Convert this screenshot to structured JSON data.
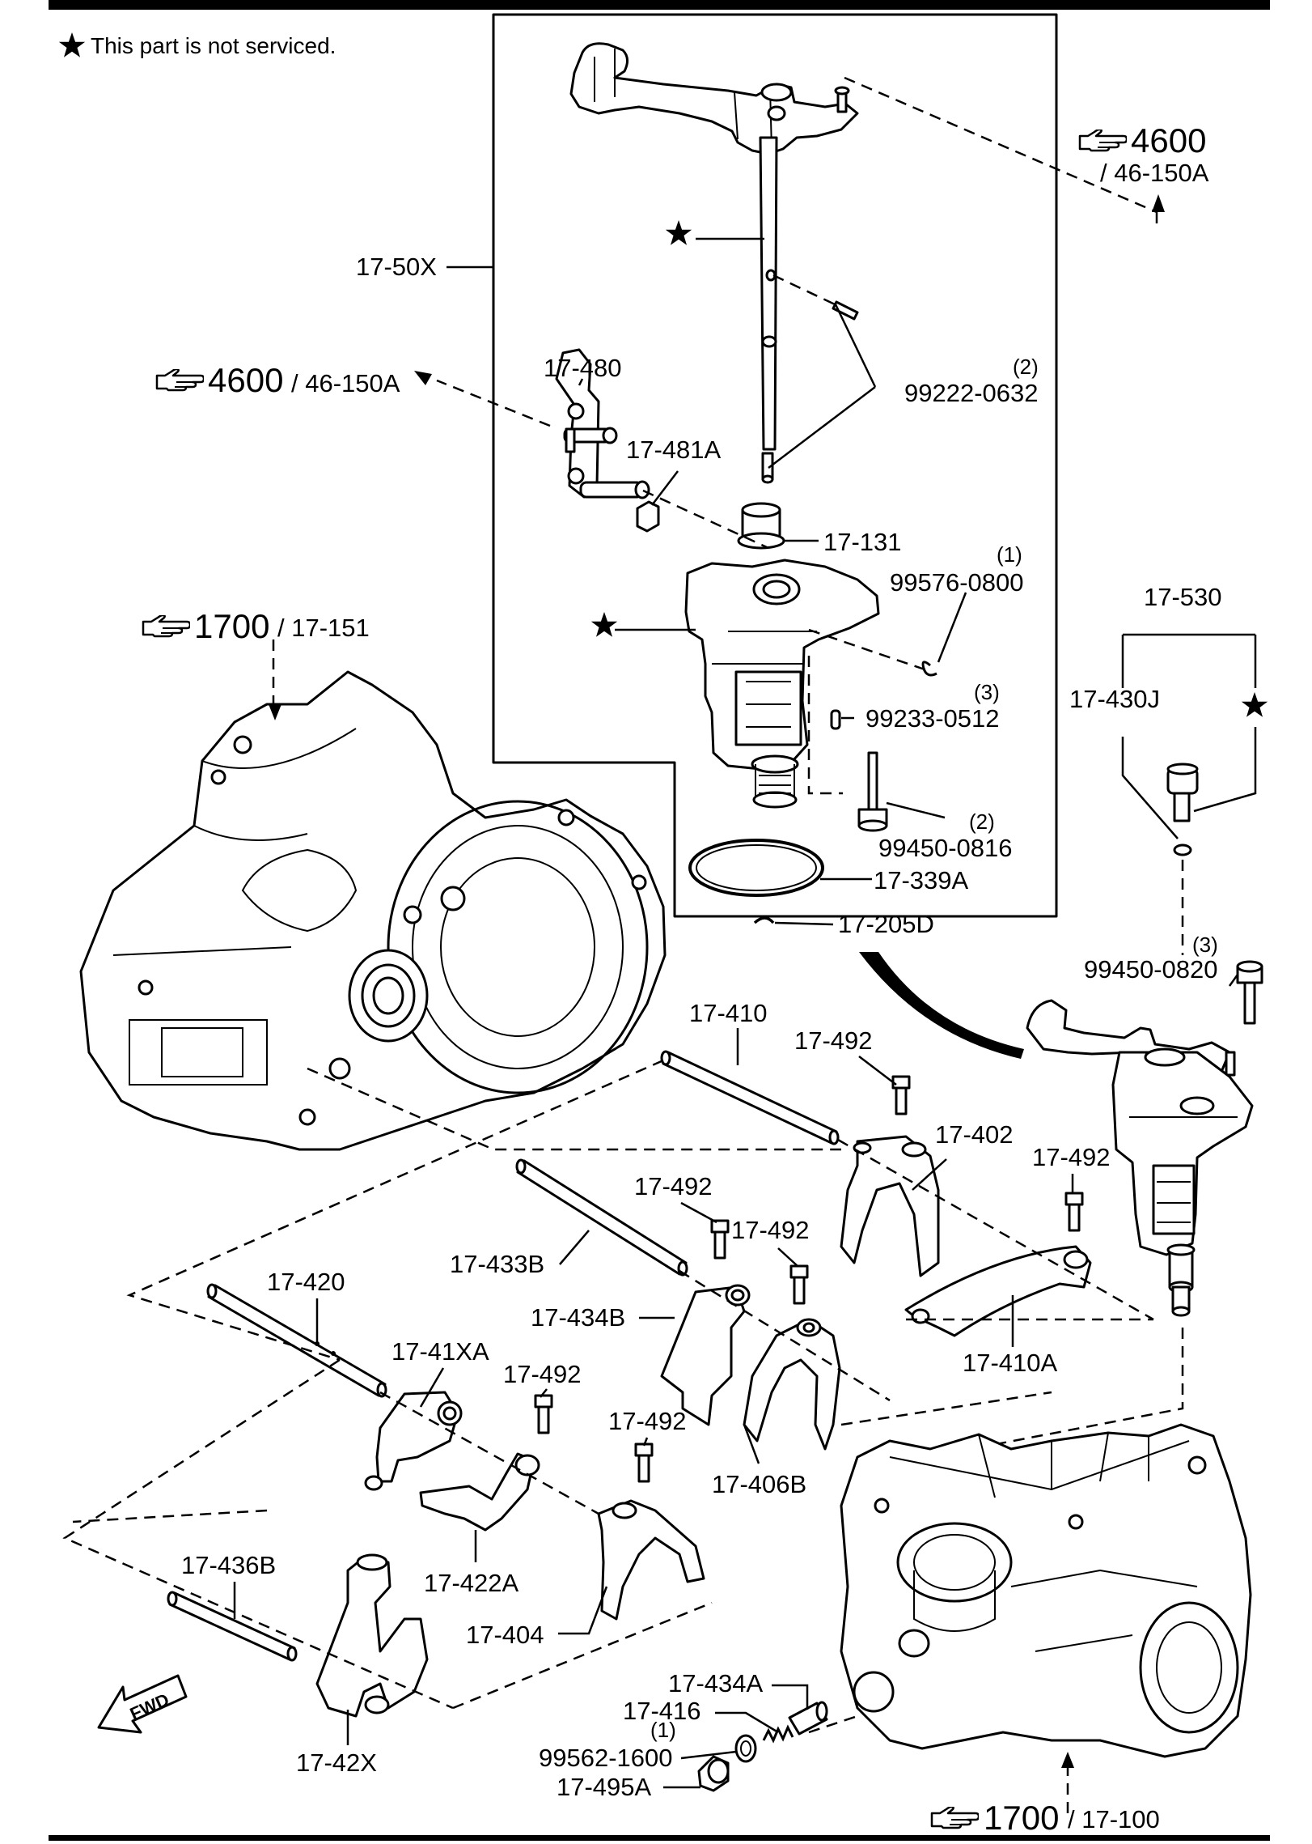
{
  "note": {
    "symbol": "★",
    "text": "This part is not serviced."
  },
  "references": [
    {
      "id": "ref-4600-top",
      "number": "4600",
      "sub": "/ 46-150A"
    },
    {
      "id": "ref-4600-left",
      "number": "4600",
      "sub": "/ 46-150A"
    },
    {
      "id": "ref-1700-left",
      "number": "1700",
      "sub": "/ 17-151"
    },
    {
      "id": "ref-1700-bottom",
      "number": "1700",
      "sub": "/ 17-100"
    }
  ],
  "parts": [
    {
      "code": "17-50X"
    },
    {
      "code": "17-480"
    },
    {
      "code": "17-481A"
    },
    {
      "code": "99222-0632",
      "qty": "(2)"
    },
    {
      "code": "17-131"
    },
    {
      "code": "99576-0800",
      "qty": "(1)"
    },
    {
      "code": "99233-0512",
      "qty": "(3)"
    },
    {
      "code": "99450-0816",
      "qty": "(2)"
    },
    {
      "code": "17-339A"
    },
    {
      "code": "17-205D"
    },
    {
      "code": "17-530"
    },
    {
      "code": "17-430J"
    },
    {
      "code": "99450-0820",
      "qty": "(3)"
    },
    {
      "code": "17-410"
    },
    {
      "code": "17-492"
    },
    {
      "code": "17-402"
    },
    {
      "code": "17-492"
    },
    {
      "code": "17-492"
    },
    {
      "code": "17-492"
    },
    {
      "code": "17-433B"
    },
    {
      "code": "17-434B"
    },
    {
      "code": "17-410A"
    },
    {
      "code": "17-420"
    },
    {
      "code": "17-41XA"
    },
    {
      "code": "17-492"
    },
    {
      "code": "17-492"
    },
    {
      "code": "17-406B"
    },
    {
      "code": "17-422A"
    },
    {
      "code": "17-436B"
    },
    {
      "code": "17-404"
    },
    {
      "code": "17-434A"
    },
    {
      "code": "17-416"
    },
    {
      "code": "99562-1600",
      "qty": "(1)"
    },
    {
      "code": "17-495A"
    },
    {
      "code": "17-42X"
    }
  ],
  "fwd_label": "FWD",
  "icons": [
    "star-icon",
    "pointing-hand-icon"
  ],
  "colors": {
    "ink": "#000000",
    "paper": "#ffffff"
  }
}
